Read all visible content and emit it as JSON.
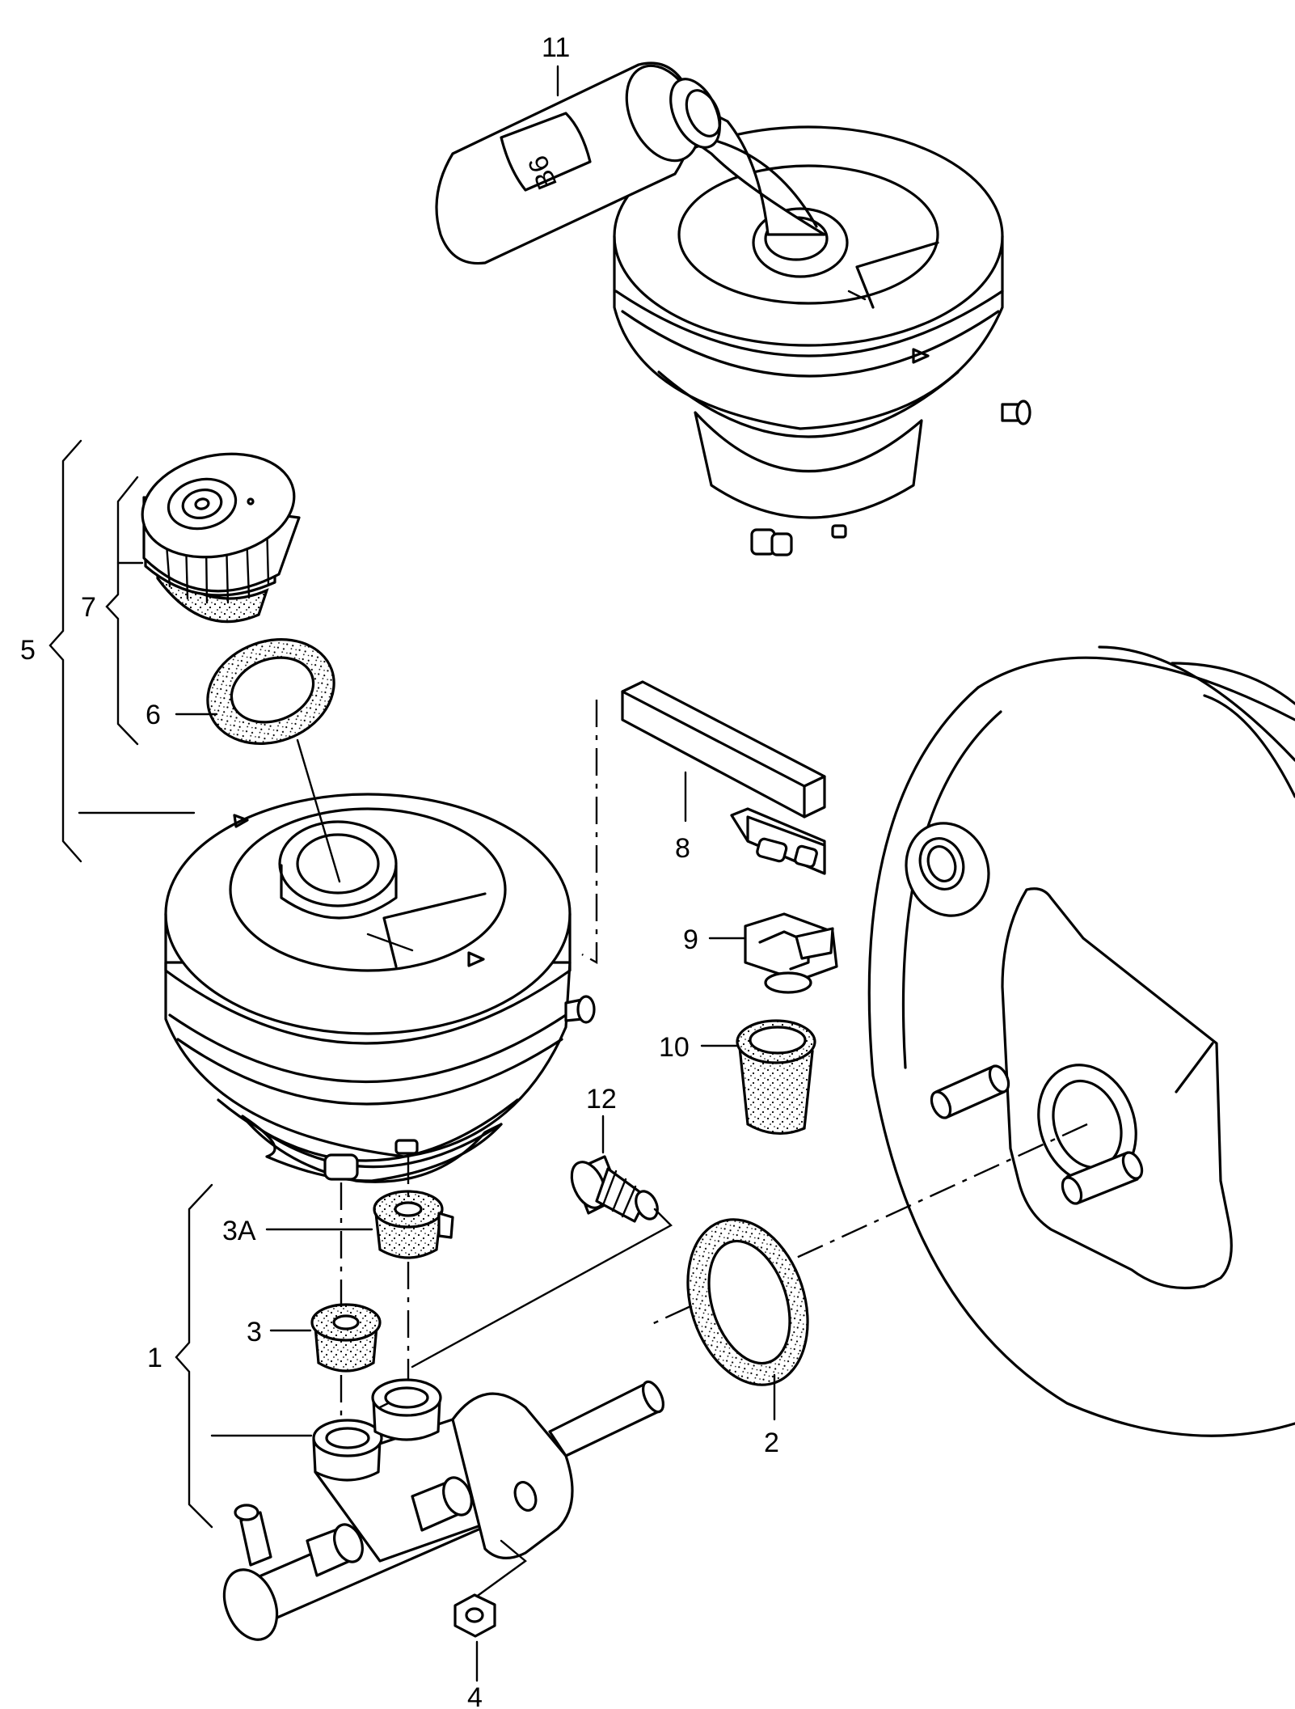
{
  "labels": {
    "p1": "1",
    "p2": "2",
    "p3": "3",
    "p3a": "3A",
    "p4": "4",
    "p5": "5",
    "p6": "6",
    "p7": "7",
    "p8": "8",
    "p9": "9",
    "p10": "10",
    "p11": "11",
    "p12": "12"
  },
  "reservoir_marking": "B6",
  "colors": {
    "ink": "#000000",
    "paper": "#ffffff"
  }
}
